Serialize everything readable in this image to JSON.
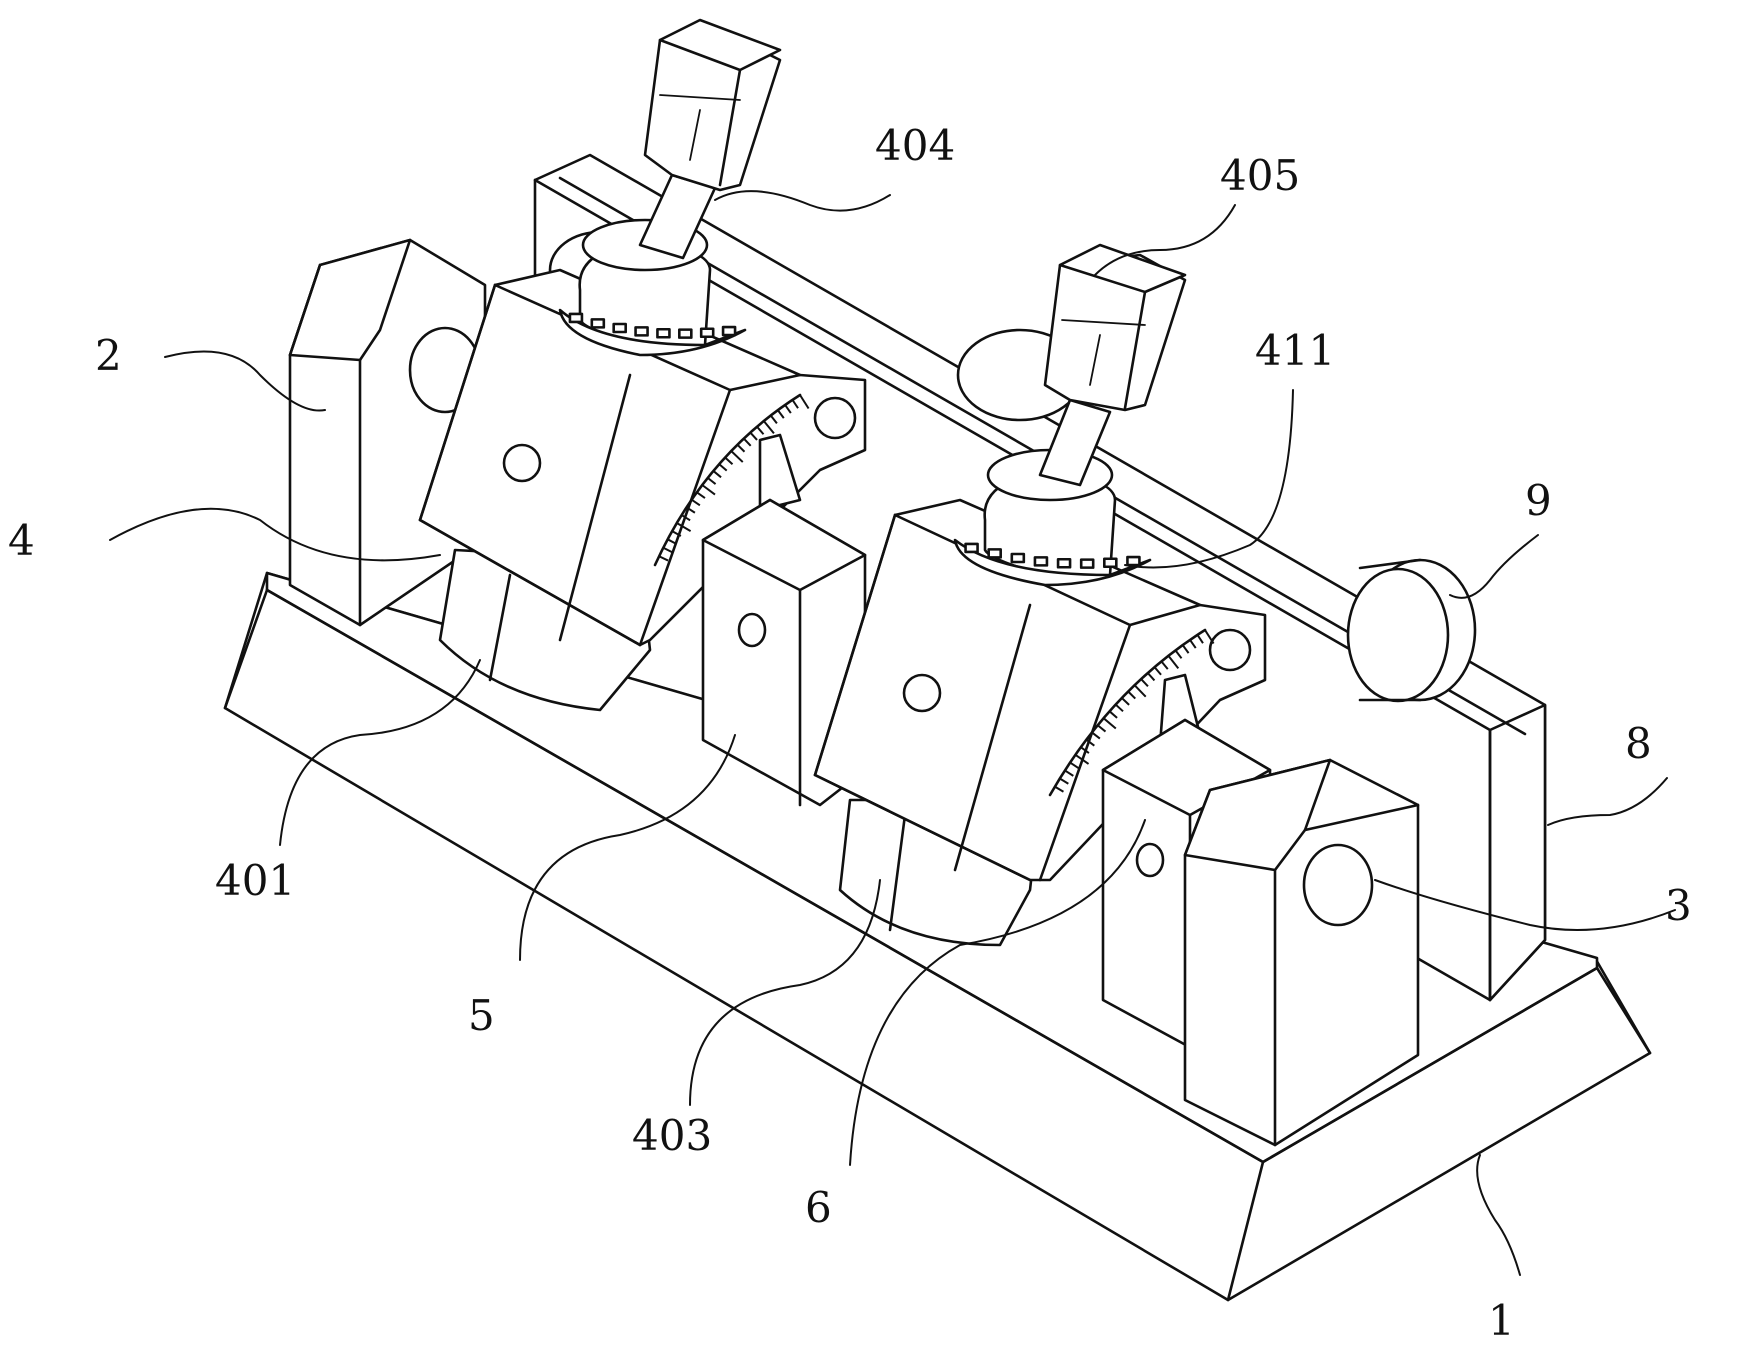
{
  "labels": {
    "l1": "1",
    "l2": "2",
    "l3": "3",
    "l4": "4",
    "l5": "5",
    "l6": "6",
    "l8": "8",
    "l9": "9",
    "l401": "401",
    "l403": "403",
    "l404": "404",
    "l405": "405",
    "l411": "411"
  },
  "colors": {
    "line": "#111111",
    "background": "#ffffff"
  }
}
